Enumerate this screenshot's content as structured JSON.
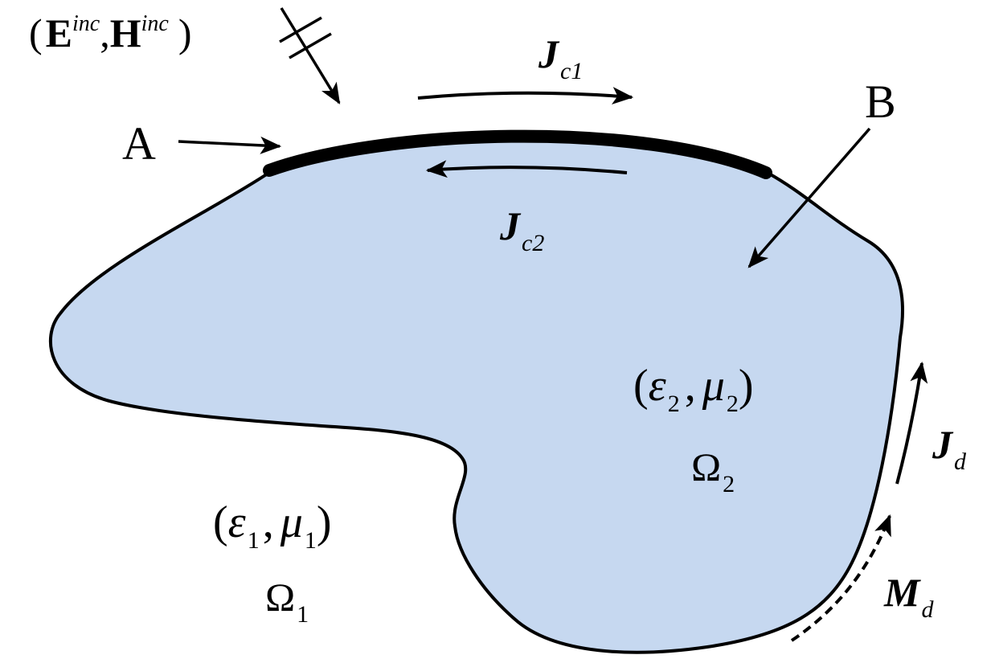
{
  "colors": {
    "region2_fill": "#c6d8f0",
    "outline": "#000000",
    "background": "#ffffff"
  },
  "labels": {
    "incident": {
      "open": "(",
      "E": "E",
      "E_sup": "inc",
      "comma": ",",
      "H": "H",
      "H_sup": "inc",
      "close": ")"
    },
    "A": "A",
    "B": "B",
    "Jc1": {
      "main": "J",
      "sub": "c1"
    },
    "Jc2": {
      "main": "J",
      "sub": "c2"
    },
    "Jd": {
      "main": "J",
      "sub": "d"
    },
    "Md": {
      "main": "M",
      "sub": "d"
    },
    "region2": {
      "params": {
        "open": "(",
        "eps": "ε",
        "eps_sub": "2",
        "comma": ",",
        "mu": "μ",
        "mu_sub": "2",
        "close": ")"
      },
      "omega": {
        "main": "Ω",
        "sub": "2"
      }
    },
    "region1": {
      "params": {
        "open": "(",
        "eps": "ε",
        "eps_sub": "1",
        "comma": ",",
        "mu": "μ",
        "mu_sub": "1",
        "close": ")"
      },
      "omega": {
        "main": "Ω",
        "sub": "1"
      }
    }
  }
}
